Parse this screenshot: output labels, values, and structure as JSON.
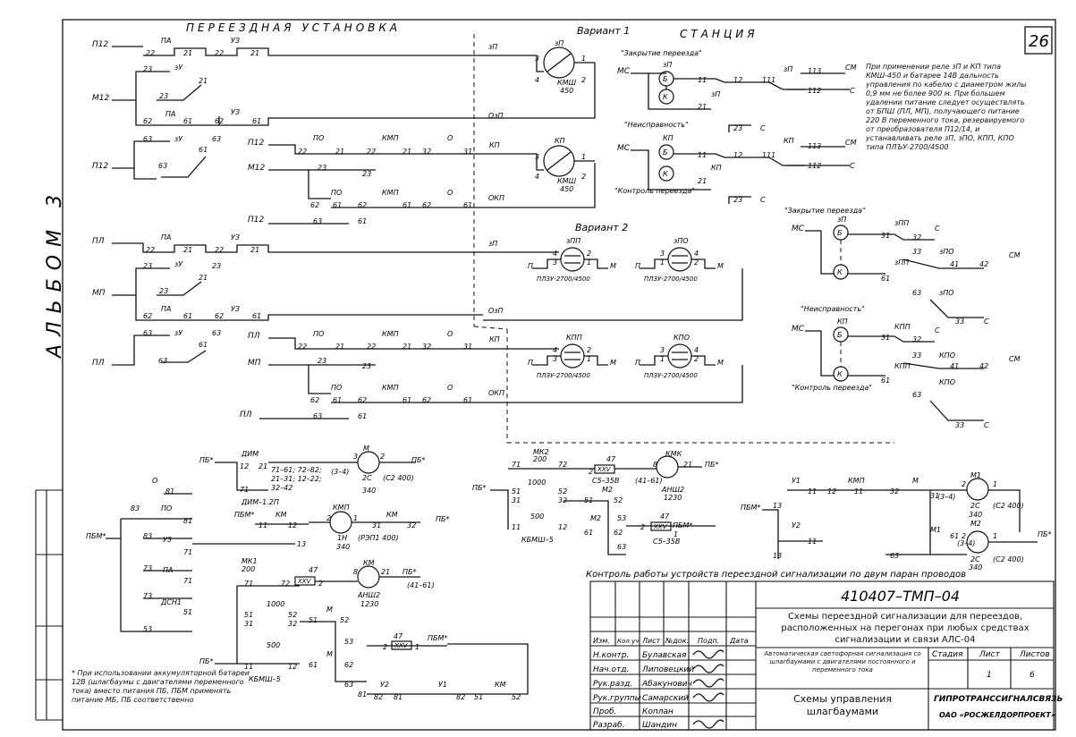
{
  "page_number": "26",
  "album_label": "АЛЬБОМ 3",
  "headers": {
    "crossing": "ПЕРЕЕЗДНАЯ УСТАНОВКА",
    "station": "СТАНЦИЯ",
    "variant1": "Вариант 1",
    "variant2": "Вариант 2"
  },
  "variant1_note": "При применении реле зП и КП типа КМШ-450 и батарее 14В дальность управления по кабелю с диаметром жилы 0,9 мм не более 900 м. При большем удалении питание следует осуществлять от БПШ (ПЛ, МП), получающего питание 220 В переменного тока, резервируемого от преобразователя П12/14, и устанавливать реле зП, зПО, КПП, КПО типа ПЛЪУ-2700/4500",
  "labels": {
    "closure": "\"Закрытие переезда\"",
    "fault": "\"Неисправность\"",
    "control": "\"Контроль переезда\"",
    "relay_kmsh": "КМШ",
    "relay_450": "450",
    "relay_plzu": "ПЛЗУ-2700/4500",
    "relay_pl1u": "ПЛ1У-2700/4500"
  },
  "bottom_title": "Контроль работы устройств переездной сигнализации по двум паран проводов",
  "footnote": "* При использовании аккумуляторной батареи 12В (шлагбаумы с двигателями переменного тока) вместо питания ПБ, ПБМ применять питание МБ, ПБ соответственно",
  "stamp": {
    "doc_code": "410407–ТМП–04",
    "doc_title": "Схемы переездной сигнализации для переездов, расположенных на перегонах при любых средствах сигнализации и связи АЛС-04",
    "section_title": "Автоматическая светофорная сигнализация со шлагбаумами с двигателями постоянного и переменного тока",
    "sheet_title": "Схемы управления шлагбаумами",
    "stage_label": "Стадия",
    "sheet_label": "Лист",
    "sheets_label": "Листов",
    "sheet": "1",
    "sheets": "6",
    "org1": "ГИПРОТРАНССИГНАЛСВЯЗЬ",
    "org2": "ОАО «РОСЖЕЛДОРПРОЕКТ»",
    "col_headers": [
      "Изм.",
      "Кол.уч.",
      "Лист",
      "№док.",
      "Подп.",
      "Дата"
    ],
    "roles": [
      {
        "role": "Н.контр.",
        "name": "Булавская"
      },
      {
        "role": "Нач.отд.",
        "name": "Липовецкий"
      },
      {
        "role": "Рук.разд.",
        "name": "Абакунович"
      },
      {
        "role": "Рук.группы",
        "name": "Самарский"
      },
      {
        "role": "Проб.",
        "name": "Коплан"
      },
      {
        "role": "Разраб.",
        "name": "Шандин"
      }
    ]
  }
}
